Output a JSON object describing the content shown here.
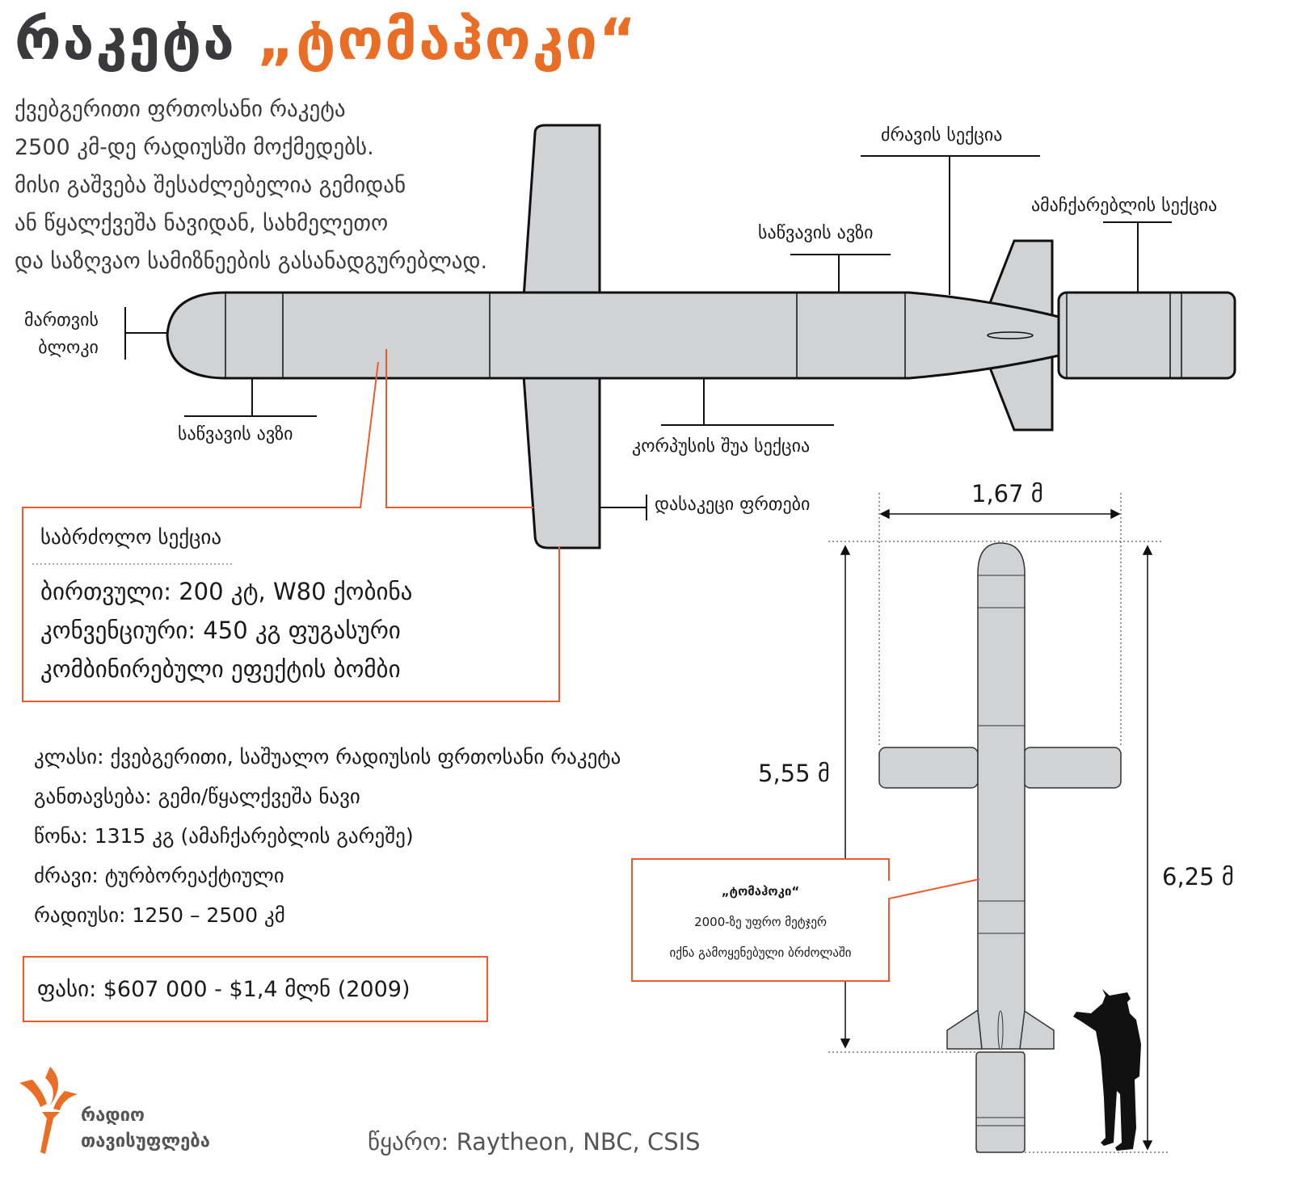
{
  "title": {
    "prefix": "რაკეტა",
    "name": "„ტომაჰოკი“"
  },
  "intro": [
    "ქვებგერითი ფრთოსანი რაკეტა",
    "2500 კმ-დე რადიუსში მოქმედებს.",
    "მისი გაშვება შესაძლებელია გემიდან",
    "ან წყალქვეშა ნავიდან, სახმელეთო",
    "და საზღვაო სამიზნეების გასანადგურებლად."
  ],
  "labels": {
    "guidance": [
      "მართვის",
      "ბლოკი"
    ],
    "fuel_tank_1": "საწვავის ავზი",
    "fuel_tank_2": "საწვავის ავზი",
    "engine": "ძრავის სექცია",
    "booster": "ამაჩქარებლის სექცია",
    "mid_body": "კორპუსის შუა სექცია",
    "wings": "დასაკეცი ფრთები"
  },
  "warhead": {
    "title": "საბრძოლო სექცია",
    "lines": [
      "ბირთვული: 200 კტ, W80 ქობინა",
      "კონვენციური: 450 კგ ფუგასური",
      "კომბინირებული ეფექტის ბომბი"
    ]
  },
  "specs": [
    "კლასი: ქვებგერითი, საშუალო რადიუსის ფრთოსანი რაკეტა",
    "განთავსება: გემი/წყალქვეშა ნავი",
    "წონა: 1315 კგ (ამაჩქარებლის გარეშე)",
    "ძრავი: ტურბორეაქტიული",
    "რადიუსი: 1250 – 2500 კმ"
  ],
  "price": "ფასი: $607 000 - $1,4 მლნ (2009)",
  "dimensions": {
    "wingspan": "1,67 მ",
    "length": "5,55 მ",
    "length_with_booster": "6,25 მ"
  },
  "callout": {
    "title": "„ტომაჰოკი“",
    "lines": [
      "2000-ზე უფრო მეტჯერ",
      "იქნა გამოყენებული ბრძოლაში"
    ]
  },
  "logo": [
    "რადიო",
    "თავისუფლება"
  ],
  "source": "წყარო: Raytheon, NBC, CSIS",
  "colors": {
    "accent": "#e96d25",
    "box": "#ee5a2b",
    "missile": "#d1d2d4"
  }
}
